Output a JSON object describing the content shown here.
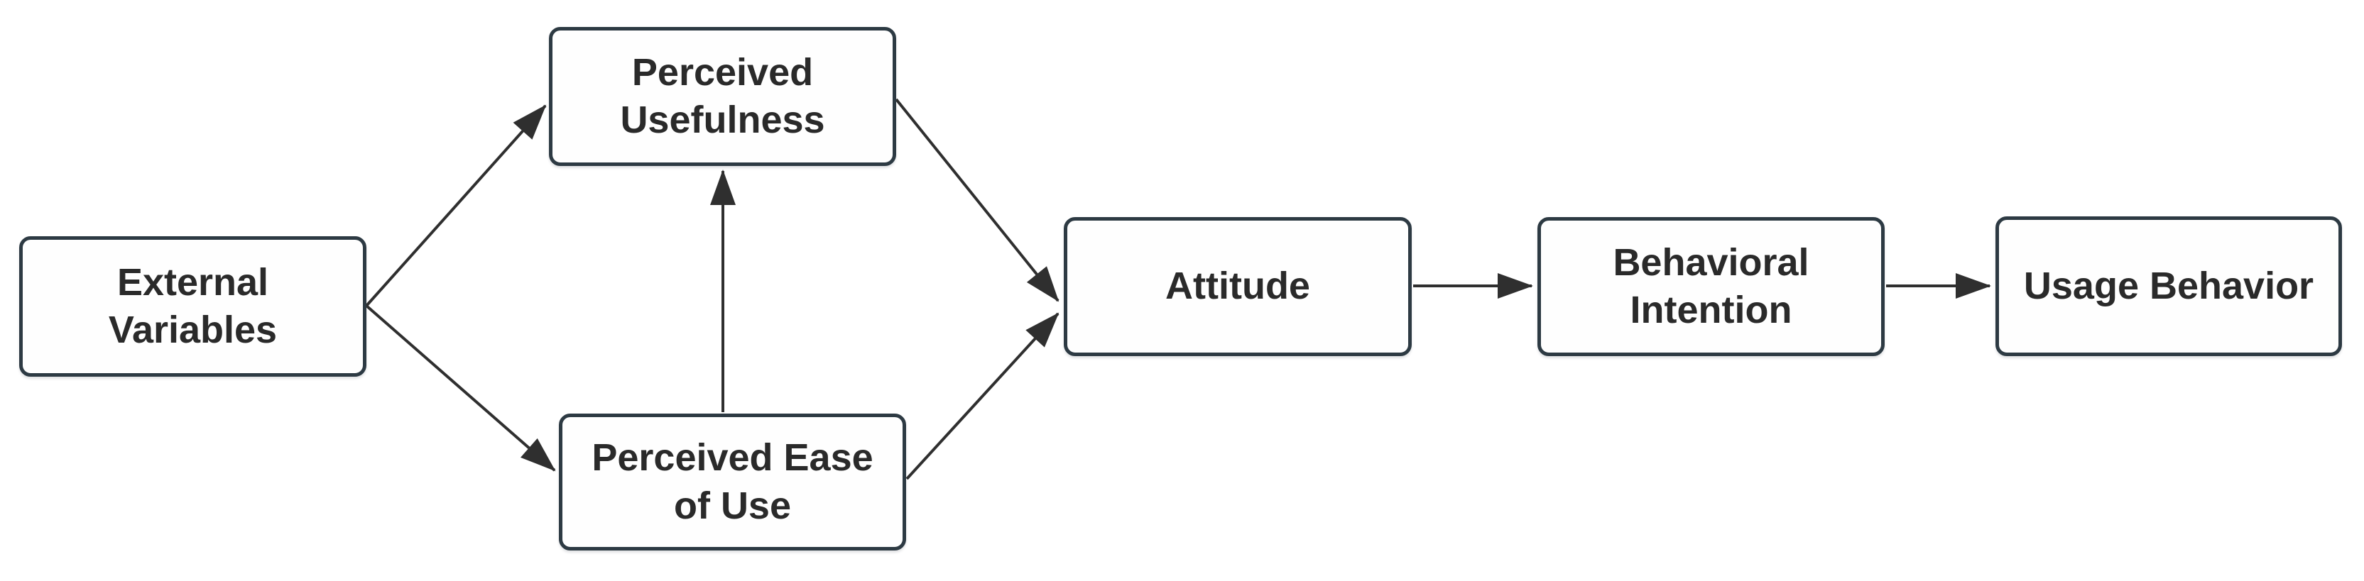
{
  "diagram": {
    "background_color": "#ffffff",
    "box_border_color": "#2d3a43",
    "box_fill_color": "#fefefe",
    "text_color": "#2a2a2a",
    "arrow_color": "#2f2f2f",
    "nodes": [
      {
        "id": "external-variables",
        "label": "External\nVariables"
      },
      {
        "id": "perceived-usefulness",
        "label": "Perceived\nUsefulness"
      },
      {
        "id": "perceived-ease-of-use",
        "label": "Perceived Ease\nof Use"
      },
      {
        "id": "attitude",
        "label": "Attitude"
      },
      {
        "id": "behavioral-intention",
        "label": "Behavioral\nIntention"
      },
      {
        "id": "usage-behavior",
        "label": "Usage Behavior"
      }
    ],
    "edges": [
      {
        "from": "external-variables",
        "to": "perceived-usefulness"
      },
      {
        "from": "external-variables",
        "to": "perceived-ease-of-use"
      },
      {
        "from": "perceived-ease-of-use",
        "to": "perceived-usefulness"
      },
      {
        "from": "perceived-usefulness",
        "to": "attitude"
      },
      {
        "from": "perceived-ease-of-use",
        "to": "attitude"
      },
      {
        "from": "attitude",
        "to": "behavioral-intention"
      },
      {
        "from": "behavioral-intention",
        "to": "usage-behavior"
      }
    ]
  }
}
